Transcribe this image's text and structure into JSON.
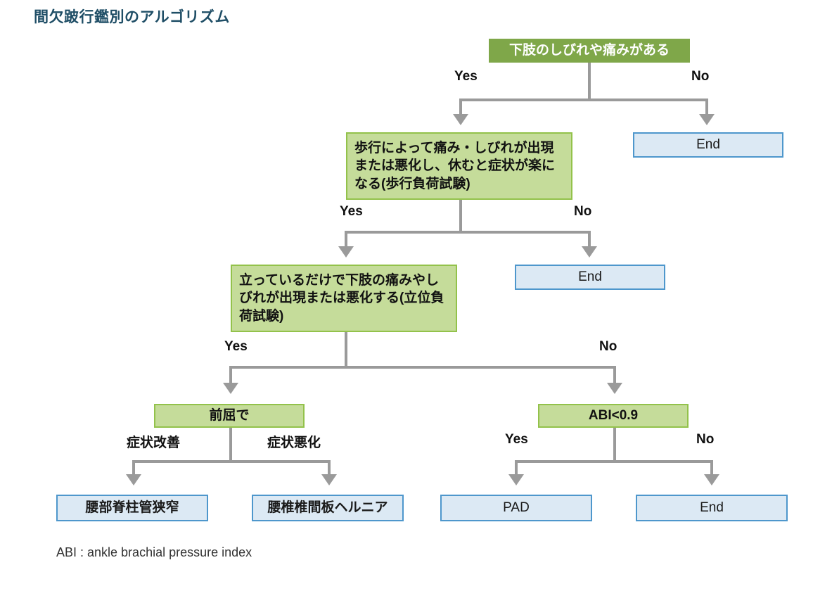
{
  "title": "間欠跛行鑑別のアルゴリズム",
  "footnote": "ABI : ankle brachial pressure index",
  "colors": {
    "title_text": "#1F4E66",
    "green_solid_fill": "#7FA749",
    "green_light_fill": "#C5DC9A",
    "green_light_border": "#93C24B",
    "blue_fill": "#DCE9F4",
    "blue_border": "#4E97CC",
    "connector": "#9A9A9A",
    "body_text": "#111111"
  },
  "nodes": {
    "q1": "下肢のしびれや痛みがある",
    "q2": "歩行によって痛み・しびれが出現または悪化し、休むと症状が楽になる(歩行負荷試験)",
    "q3": "立っているだけで下肢の痛みやしびれが出現または悪化する(立位負荷試験)",
    "q4": "前屈で",
    "q5": "ABI<0.9",
    "end1": "End",
    "end2": "End",
    "end3": "End",
    "outcome_stenosis": "腰部脊柱管狭窄",
    "outcome_hernia": "腰椎椎間板ヘルニア",
    "outcome_pad": "PAD"
  },
  "branch_labels": {
    "q1_yes": "Yes",
    "q1_no": "No",
    "q2_yes": "Yes",
    "q2_no": "No",
    "q3_yes": "Yes",
    "q3_no": "No",
    "q4_left": "症状改善",
    "q4_right": "症状悪化",
    "q5_yes": "Yes",
    "q5_no": "No"
  },
  "chart_data": {
    "type": "flowchart",
    "title": "間欠跛行鑑別のアルゴリズム",
    "orientation": "top-down",
    "node_list": [
      {
        "id": "q1",
        "kind": "decision",
        "style": "green-solid",
        "text": "下肢のしびれや痛みがある"
      },
      {
        "id": "q2",
        "kind": "decision",
        "style": "green-light",
        "text": "歩行によって痛み・しびれが出現または悪化し、休むと症状が楽になる(歩行負荷試験)"
      },
      {
        "id": "q3",
        "kind": "decision",
        "style": "green-light",
        "text": "立っているだけで下肢の痛みやしびれが出現または悪化する(立位負荷試験)"
      },
      {
        "id": "q4",
        "kind": "decision",
        "style": "green-light",
        "text": "前屈で"
      },
      {
        "id": "q5",
        "kind": "decision",
        "style": "green-light",
        "text": "ABI<0.9"
      },
      {
        "id": "end1",
        "kind": "terminal",
        "style": "blue",
        "text": "End"
      },
      {
        "id": "end2",
        "kind": "terminal",
        "style": "blue",
        "text": "End"
      },
      {
        "id": "end3",
        "kind": "terminal",
        "style": "blue",
        "text": "End"
      },
      {
        "id": "outcome_stenosis",
        "kind": "terminal",
        "style": "blue",
        "text": "腰部脊柱管狭窄"
      },
      {
        "id": "outcome_hernia",
        "kind": "terminal",
        "style": "blue",
        "text": "腰椎椎間板ヘルニア"
      },
      {
        "id": "outcome_pad",
        "kind": "terminal",
        "style": "blue",
        "text": "PAD"
      }
    ],
    "edges": [
      {
        "from": "q1",
        "to": "q2",
        "label": "Yes"
      },
      {
        "from": "q1",
        "to": "end1",
        "label": "No"
      },
      {
        "from": "q2",
        "to": "q3",
        "label": "Yes"
      },
      {
        "from": "q2",
        "to": "end2",
        "label": "No"
      },
      {
        "from": "q3",
        "to": "q4",
        "label": "Yes"
      },
      {
        "from": "q3",
        "to": "q5",
        "label": "No"
      },
      {
        "from": "q4",
        "to": "outcome_stenosis",
        "label": "症状改善"
      },
      {
        "from": "q4",
        "to": "outcome_hernia",
        "label": "症状悪化"
      },
      {
        "from": "q5",
        "to": "outcome_pad",
        "label": "Yes"
      },
      {
        "from": "q5",
        "to": "end3",
        "label": "No"
      }
    ],
    "annotations": [
      "ABI : ankle brachial pressure index"
    ]
  }
}
